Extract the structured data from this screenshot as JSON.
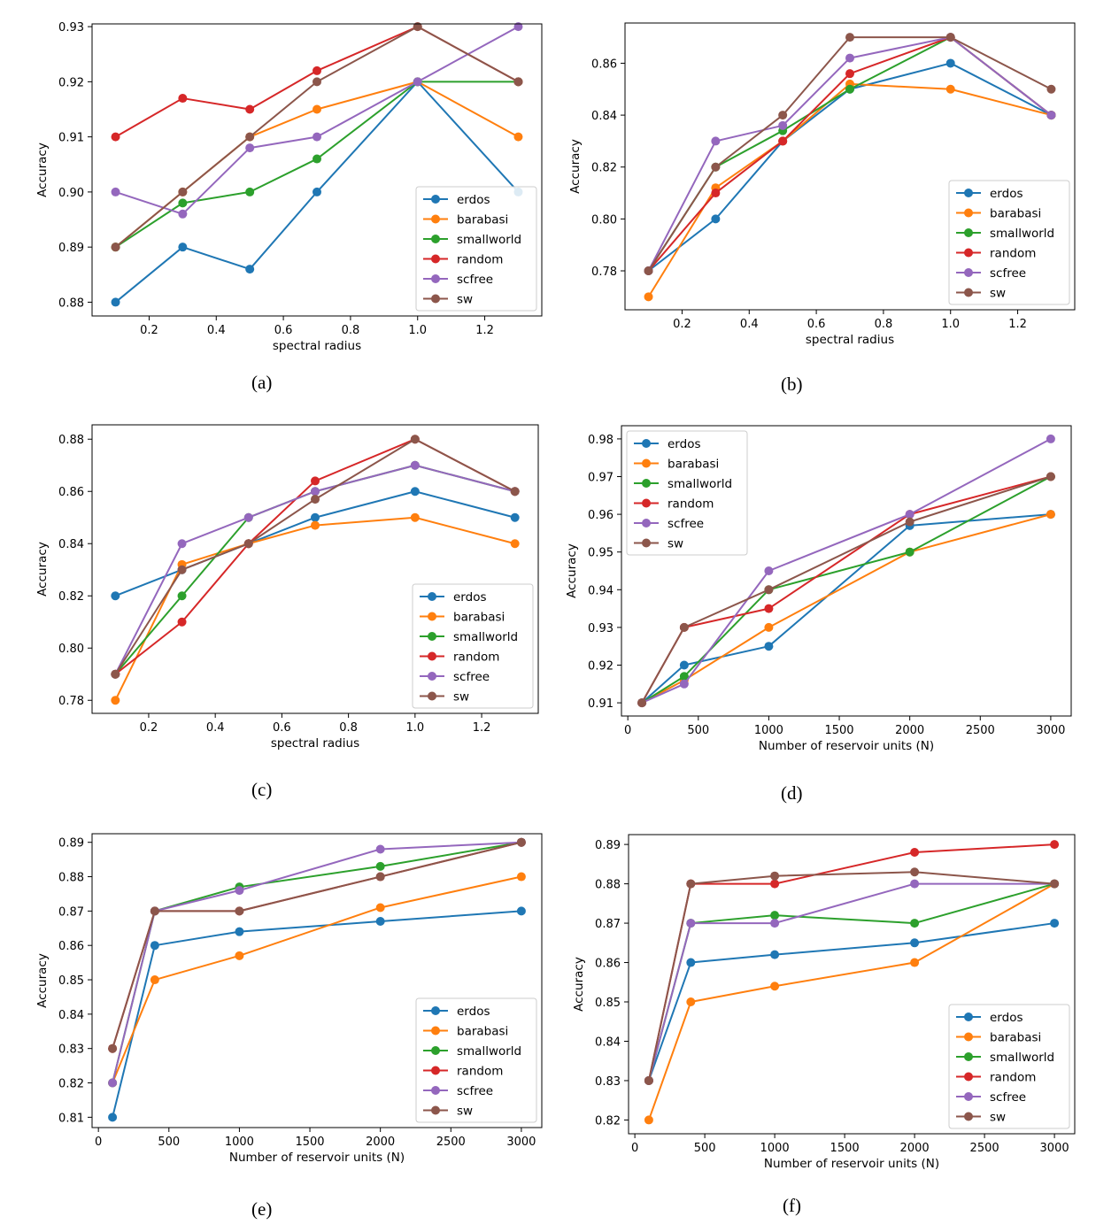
{
  "series_names": [
    "erdos",
    "barabasi",
    "smallworld",
    "random",
    "scfree",
    "sw"
  ],
  "colors": {
    "erdos": "#1f77b4",
    "barabasi": "#ff7f0e",
    "smallworld": "#2ca02c",
    "random": "#d62728",
    "scfree": "#9467bd",
    "sw": "#8c564b"
  },
  "chart_data": [
    {
      "type": "line",
      "caption": "(a)",
      "xlabel": "spectral radius",
      "ylabel": "Accuracy",
      "x": [
        0.1,
        0.3,
        0.5,
        0.7,
        1.0,
        1.3
      ],
      "xlim": [
        0.03,
        1.37
      ],
      "ylim": [
        0.8775,
        0.9305
      ],
      "xticks": [
        0.2,
        0.4,
        0.6,
        0.8,
        1.0,
        1.2
      ],
      "xtick_labels": [
        "0.2",
        "0.4",
        "0.6",
        "0.8",
        "1.0",
        "1.2"
      ],
      "yticks": [
        0.88,
        0.89,
        0.9,
        0.91,
        0.92,
        0.93
      ],
      "ytick_labels": [
        "0.88",
        "0.89",
        "0.90",
        "0.91",
        "0.92",
        "0.93"
      ],
      "legend": "lower-right",
      "series": [
        {
          "name": "erdos",
          "values": [
            0.88,
            0.89,
            0.886,
            0.9,
            0.92,
            0.9
          ]
        },
        {
          "name": "barabasi",
          "values": [
            0.89,
            0.9,
            0.91,
            0.915,
            0.92,
            0.91
          ]
        },
        {
          "name": "smallworld",
          "values": [
            0.89,
            0.898,
            0.9,
            0.906,
            0.92,
            0.92
          ]
        },
        {
          "name": "random",
          "values": [
            0.91,
            0.917,
            0.915,
            0.922,
            0.93,
            0.92
          ]
        },
        {
          "name": "scfree",
          "values": [
            0.9,
            0.896,
            0.908,
            0.91,
            0.92,
            0.93
          ]
        },
        {
          "name": "sw",
          "values": [
            0.89,
            0.9,
            0.91,
            0.92,
            0.93,
            0.92
          ]
        }
      ]
    },
    {
      "type": "line",
      "caption": "(b)",
      "xlabel": "spectral radius",
      "ylabel": "Accuracy",
      "x": [
        0.1,
        0.3,
        0.5,
        0.7,
        1.0,
        1.3
      ],
      "xlim": [
        0.03,
        1.37
      ],
      "ylim": [
        0.765,
        0.8755
      ],
      "xticks": [
        0.2,
        0.4,
        0.6,
        0.8,
        1.0,
        1.2
      ],
      "xtick_labels": [
        "0.2",
        "0.4",
        "0.6",
        "0.8",
        "1.0",
        "1.2"
      ],
      "yticks": [
        0.78,
        0.8,
        0.82,
        0.84,
        0.86
      ],
      "ytick_labels": [
        "0.78",
        "0.80",
        "0.82",
        "0.84",
        "0.86"
      ],
      "legend": "lower-right",
      "series": [
        {
          "name": "erdos",
          "values": [
            0.78,
            0.8,
            0.83,
            0.85,
            0.86,
            0.84
          ]
        },
        {
          "name": "barabasi",
          "values": [
            0.77,
            0.812,
            0.83,
            0.852,
            0.85,
            0.84
          ]
        },
        {
          "name": "smallworld",
          "values": [
            0.78,
            0.82,
            0.834,
            0.85,
            0.87,
            0.84
          ]
        },
        {
          "name": "random",
          "values": [
            0.78,
            0.81,
            0.83,
            0.856,
            0.87,
            0.84
          ]
        },
        {
          "name": "scfree",
          "values": [
            0.78,
            0.83,
            0.836,
            0.862,
            0.87,
            0.84
          ]
        },
        {
          "name": "sw",
          "values": [
            0.78,
            0.82,
            0.84,
            0.87,
            0.87,
            0.85
          ]
        }
      ]
    },
    {
      "type": "line",
      "caption": "(c)",
      "xlabel": "spectral radius",
      "ylabel": "Accuracy",
      "x": [
        0.1,
        0.3,
        0.5,
        0.7,
        1.0,
        1.3
      ],
      "xlim": [
        0.03,
        1.37
      ],
      "ylim": [
        0.775,
        0.8855
      ],
      "xticks": [
        0.2,
        0.4,
        0.6,
        0.8,
        1.0,
        1.2
      ],
      "xtick_labels": [
        "0.2",
        "0.4",
        "0.6",
        "0.8",
        "1.0",
        "1.2"
      ],
      "yticks": [
        0.78,
        0.8,
        0.82,
        0.84,
        0.86,
        0.88
      ],
      "ytick_labels": [
        "0.78",
        "0.80",
        "0.82",
        "0.84",
        "0.86",
        "0.88"
      ],
      "legend": "lower-right",
      "series": [
        {
          "name": "erdos",
          "values": [
            0.82,
            0.83,
            0.84,
            0.85,
            0.86,
            0.85
          ]
        },
        {
          "name": "barabasi",
          "values": [
            0.78,
            0.832,
            0.84,
            0.847,
            0.85,
            0.84
          ]
        },
        {
          "name": "smallworld",
          "values": [
            0.79,
            0.82,
            0.85,
            0.86,
            0.87,
            0.86
          ]
        },
        {
          "name": "random",
          "values": [
            0.79,
            0.81,
            0.84,
            0.864,
            0.88,
            0.86
          ]
        },
        {
          "name": "scfree",
          "values": [
            0.79,
            0.84,
            0.85,
            0.86,
            0.87,
            0.86
          ]
        },
        {
          "name": "sw",
          "values": [
            0.79,
            0.83,
            0.84,
            0.857,
            0.88,
            0.86
          ]
        }
      ]
    },
    {
      "type": "line",
      "caption": "(d)",
      "xlabel": "Number of reservoir units (N)",
      "ylabel": "Accuracy",
      "x": [
        100,
        400,
        1000,
        2000,
        3000
      ],
      "xlim": [
        -45,
        3145
      ],
      "ylim": [
        0.9065,
        0.9835
      ],
      "xticks": [
        0,
        500,
        1000,
        1500,
        2000,
        2500,
        3000
      ],
      "xtick_labels": [
        "0",
        "500",
        "1000",
        "1500",
        "2000",
        "2500",
        "3000"
      ],
      "yticks": [
        0.91,
        0.92,
        0.93,
        0.94,
        0.95,
        0.96,
        0.97,
        0.98
      ],
      "ytick_labels": [
        "0.91",
        "0.92",
        "0.93",
        "0.94",
        "0.95",
        "0.96",
        "0.97",
        "0.98"
      ],
      "legend": "upper-left",
      "series": [
        {
          "name": "erdos",
          "values": [
            0.91,
            0.92,
            0.925,
            0.957,
            0.96
          ]
        },
        {
          "name": "barabasi",
          "values": [
            0.91,
            0.916,
            0.93,
            0.95,
            0.96
          ]
        },
        {
          "name": "smallworld",
          "values": [
            0.91,
            0.917,
            0.94,
            0.95,
            0.97
          ]
        },
        {
          "name": "random",
          "values": [
            0.91,
            0.93,
            0.935,
            0.96,
            0.97
          ]
        },
        {
          "name": "scfree",
          "values": [
            0.91,
            0.915,
            0.945,
            0.96,
            0.98
          ]
        },
        {
          "name": "sw",
          "values": [
            0.91,
            0.93,
            0.94,
            0.958,
            0.97
          ]
        }
      ]
    },
    {
      "type": "line",
      "caption": "(e)",
      "xlabel": "Number of reservoir units (N)",
      "ylabel": "Accuracy",
      "x": [
        100,
        400,
        1000,
        2000,
        3000
      ],
      "xlim": [
        -45,
        3145
      ],
      "ylim": [
        0.807,
        0.8925
      ],
      "xticks": [
        0,
        500,
        1000,
        1500,
        2000,
        2500,
        3000
      ],
      "xtick_labels": [
        "0",
        "500",
        "1000",
        "1500",
        "2000",
        "2500",
        "3000"
      ],
      "yticks": [
        0.81,
        0.82,
        0.83,
        0.84,
        0.85,
        0.86,
        0.87,
        0.88,
        0.89
      ],
      "ytick_labels": [
        "0.81",
        "0.82",
        "0.83",
        "0.84",
        "0.85",
        "0.86",
        "0.87",
        "0.88",
        "0.89"
      ],
      "legend": "lower-right",
      "series": [
        {
          "name": "erdos",
          "values": [
            0.81,
            0.86,
            0.864,
            0.867,
            0.87
          ]
        },
        {
          "name": "barabasi",
          "values": [
            0.82,
            0.85,
            0.857,
            0.871,
            0.88
          ]
        },
        {
          "name": "smallworld",
          "values": [
            0.82,
            0.87,
            0.877,
            0.883,
            0.89
          ]
        },
        {
          "name": "random",
          "values": [
            0.83,
            0.87,
            0.87,
            0.88,
            0.89
          ]
        },
        {
          "name": "scfree",
          "values": [
            0.82,
            0.87,
            0.876,
            0.888,
            0.89
          ]
        },
        {
          "name": "sw",
          "values": [
            0.83,
            0.87,
            0.87,
            0.88,
            0.89
          ]
        }
      ]
    },
    {
      "type": "line",
      "caption": "(f)",
      "xlabel": "Number of reservoir units (N)",
      "ylabel": "Accuracy",
      "x": [
        100,
        400,
        1000,
        2000,
        3000
      ],
      "xlim": [
        -45,
        3145
      ],
      "ylim": [
        0.8165,
        0.8925
      ],
      "xticks": [
        0,
        500,
        1000,
        1500,
        2000,
        2500,
        3000
      ],
      "xtick_labels": [
        "0",
        "500",
        "1000",
        "1500",
        "2000",
        "2500",
        "3000"
      ],
      "yticks": [
        0.82,
        0.83,
        0.84,
        0.85,
        0.86,
        0.87,
        0.88,
        0.89
      ],
      "ytick_labels": [
        "0.82",
        "0.83",
        "0.84",
        "0.85",
        "0.86",
        "0.87",
        "0.88",
        "0.89"
      ],
      "legend": "lower-right",
      "series": [
        {
          "name": "erdos",
          "values": [
            0.83,
            0.86,
            0.862,
            0.865,
            0.87
          ]
        },
        {
          "name": "barabasi",
          "values": [
            0.82,
            0.85,
            0.854,
            0.86,
            0.88
          ]
        },
        {
          "name": "smallworld",
          "values": [
            0.83,
            0.87,
            0.872,
            0.87,
            0.88
          ]
        },
        {
          "name": "random",
          "values": [
            0.83,
            0.88,
            0.88,
            0.888,
            0.89
          ]
        },
        {
          "name": "scfree",
          "values": [
            0.83,
            0.87,
            0.87,
            0.88,
            0.88
          ]
        },
        {
          "name": "sw",
          "values": [
            0.83,
            0.88,
            0.882,
            0.883,
            0.88
          ]
        }
      ]
    }
  ]
}
